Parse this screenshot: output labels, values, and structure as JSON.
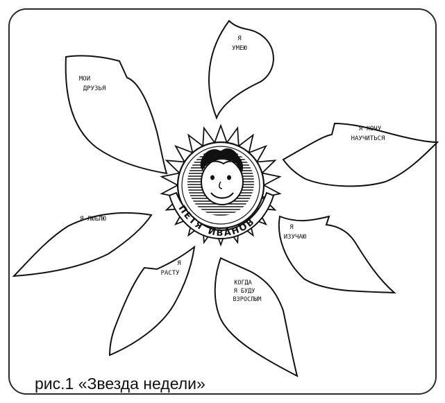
{
  "petals": [
    {
      "id": "petal-ya-umeyu",
      "lines": [
        "Я",
        "УМЕЮ"
      ]
    },
    {
      "id": "petal-moi-druzya",
      "lines": [
        "МОИ",
        "ДРУЗЬЯ"
      ]
    },
    {
      "id": "petal-ya-hochu-nauchitsya",
      "lines": [
        "Я ХОЧУ",
        "НАУЧИТЬСЯ"
      ]
    },
    {
      "id": "petal-ya-lyublyu",
      "lines": [
        "Я ЛЮБЛЮ"
      ]
    },
    {
      "id": "petal-ya-izuchayu",
      "lines": [
        "Я",
        "ИЗУЧАЮ"
      ]
    },
    {
      "id": "petal-ya-rastu",
      "lines": [
        "Я",
        "РАСТУ"
      ]
    },
    {
      "id": "petal-kogda-ya-budu-vzroslym",
      "lines": [
        "КОГДА",
        "Я БУДУ",
        "ВЗРОСЛЫМ"
      ]
    }
  ],
  "center": {
    "name_first": "ПЕТЯ",
    "name_last": "ИВАНОВ"
  },
  "caption": "рис.1 «Звезда недели»",
  "colors": {
    "ink": "#111111",
    "frame": "#2a2a2a",
    "background": "#ffffff"
  },
  "icons": {
    "center_badge": "sun-badge-with-boy-face-icon"
  }
}
